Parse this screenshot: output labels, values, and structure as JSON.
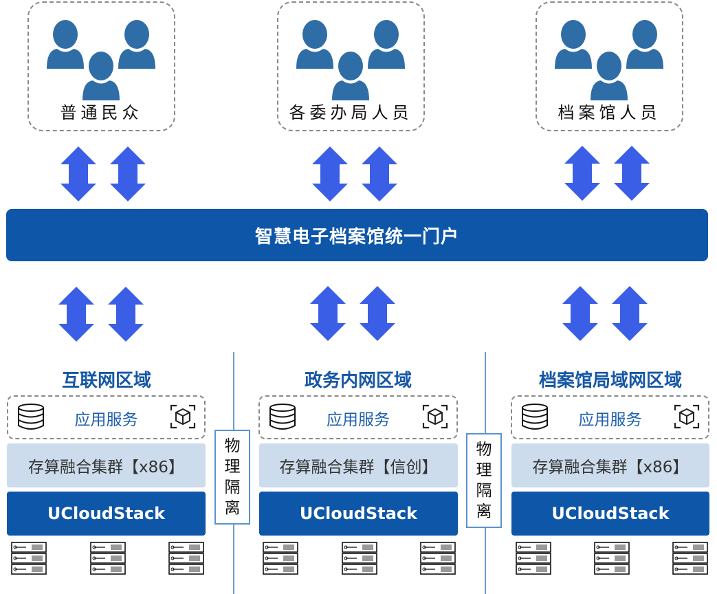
{
  "user_groups": [
    {
      "label": "普通民众",
      "icon": "people-group-icon"
    },
    {
      "label": "各委办局人员",
      "icon": "people-group-icon"
    },
    {
      "label": "档案馆人员",
      "icon": "people-group-icon"
    }
  ],
  "portal": {
    "title": "智慧电子档案馆统一门户"
  },
  "zones": [
    {
      "title": "互联网区域",
      "app_label": "应用服务",
      "cluster_label": "存算融合集群【x86】",
      "platform_label": "UCloudStack",
      "server_count": 3
    },
    {
      "title": "政务内网区域",
      "app_label": "应用服务",
      "cluster_label": "存算融合集群【信创】",
      "platform_label": "UCloudStack",
      "server_count": 3
    },
    {
      "title": "档案馆局域网区域",
      "app_label": "应用服务",
      "cluster_label": "存算融合集群【x86】",
      "platform_label": "UCloudStack",
      "server_count": 3
    }
  ],
  "isolation": [
    {
      "chars": [
        "物",
        "理",
        "隔",
        "离"
      ]
    },
    {
      "chars": [
        "物",
        "理",
        "隔",
        "离"
      ]
    }
  ],
  "colors": {
    "primary_blue": "#0e56a8",
    "arrow_blue": "#3a5ee6",
    "people_blue": "#2f6da6",
    "cluster_bg": "#ccdcec",
    "zone_title": "#1657a6",
    "divider": "#6e9ccc"
  }
}
